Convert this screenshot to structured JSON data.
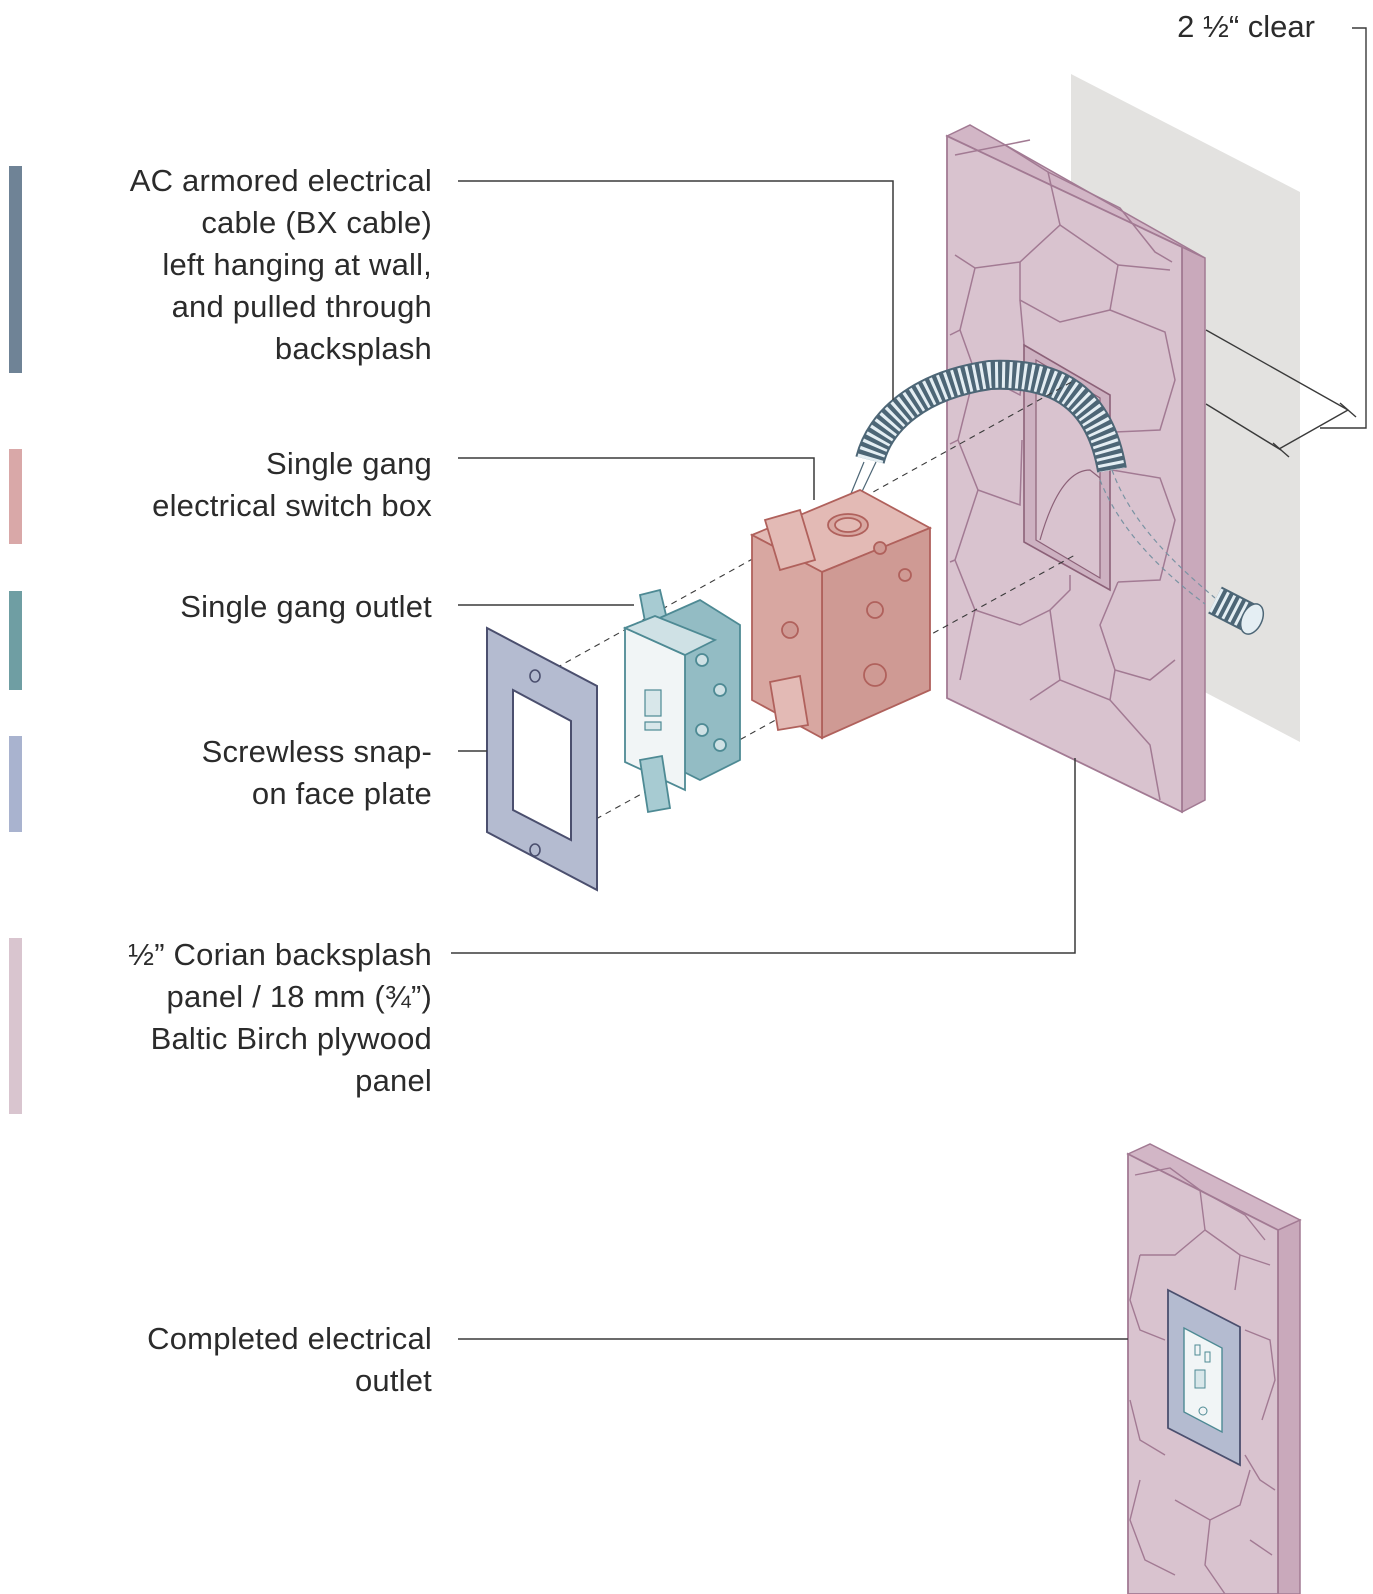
{
  "dimension": {
    "text": "2 ½“ clear"
  },
  "labels": {
    "cable": "AC armored electrical\ncable (BX cable)\nleft hanging at wall,\nand pulled through\nbacksplash",
    "switch_box": "Single gang\nelectrical switch box",
    "outlet": "Single gang outlet",
    "face_plate": "Screwless snap-\non face plate",
    "panel": "½” Corian backsplash\npanel / 18 mm (¾”)\nBaltic Birch plywood\npanel",
    "completed": "Completed electrical\noutlet"
  },
  "colors": {
    "cable": "#6f8396",
    "switch_box": "#d9a8a8",
    "outlet": "#6f9ea3",
    "face_plate": "#a9b3cf",
    "panel": "#d9c5cf",
    "panel_fill": "#d9c3cf",
    "panel_edge": "#a27a93",
    "wall": "#e3e2e0",
    "box_fill": "#d8a7a1",
    "box_edge": "#b0615c",
    "outlet_fill": "#a7cbd2",
    "outlet_edge": "#4e8a94",
    "plate_fill": "#b4bbd0",
    "plate_edge": "#4b4f6e",
    "conduit_fill": "#e4eef3",
    "conduit_edge": "#4d6676"
  }
}
